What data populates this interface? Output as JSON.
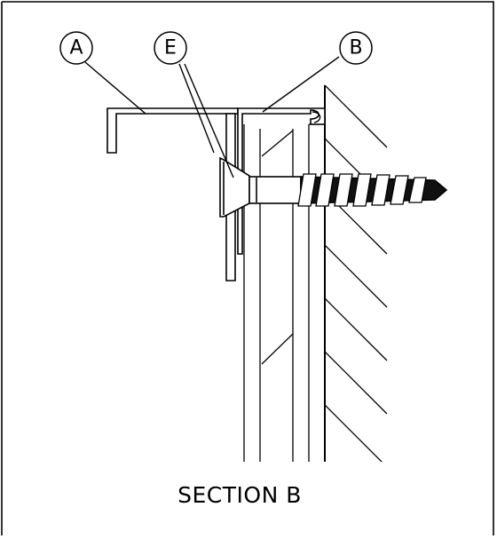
{
  "callouts": {
    "a": "A",
    "e": "E",
    "b": "B"
  },
  "caption": "SECTION B",
  "colors": {
    "line": "#000000",
    "background": "#ffffff"
  }
}
